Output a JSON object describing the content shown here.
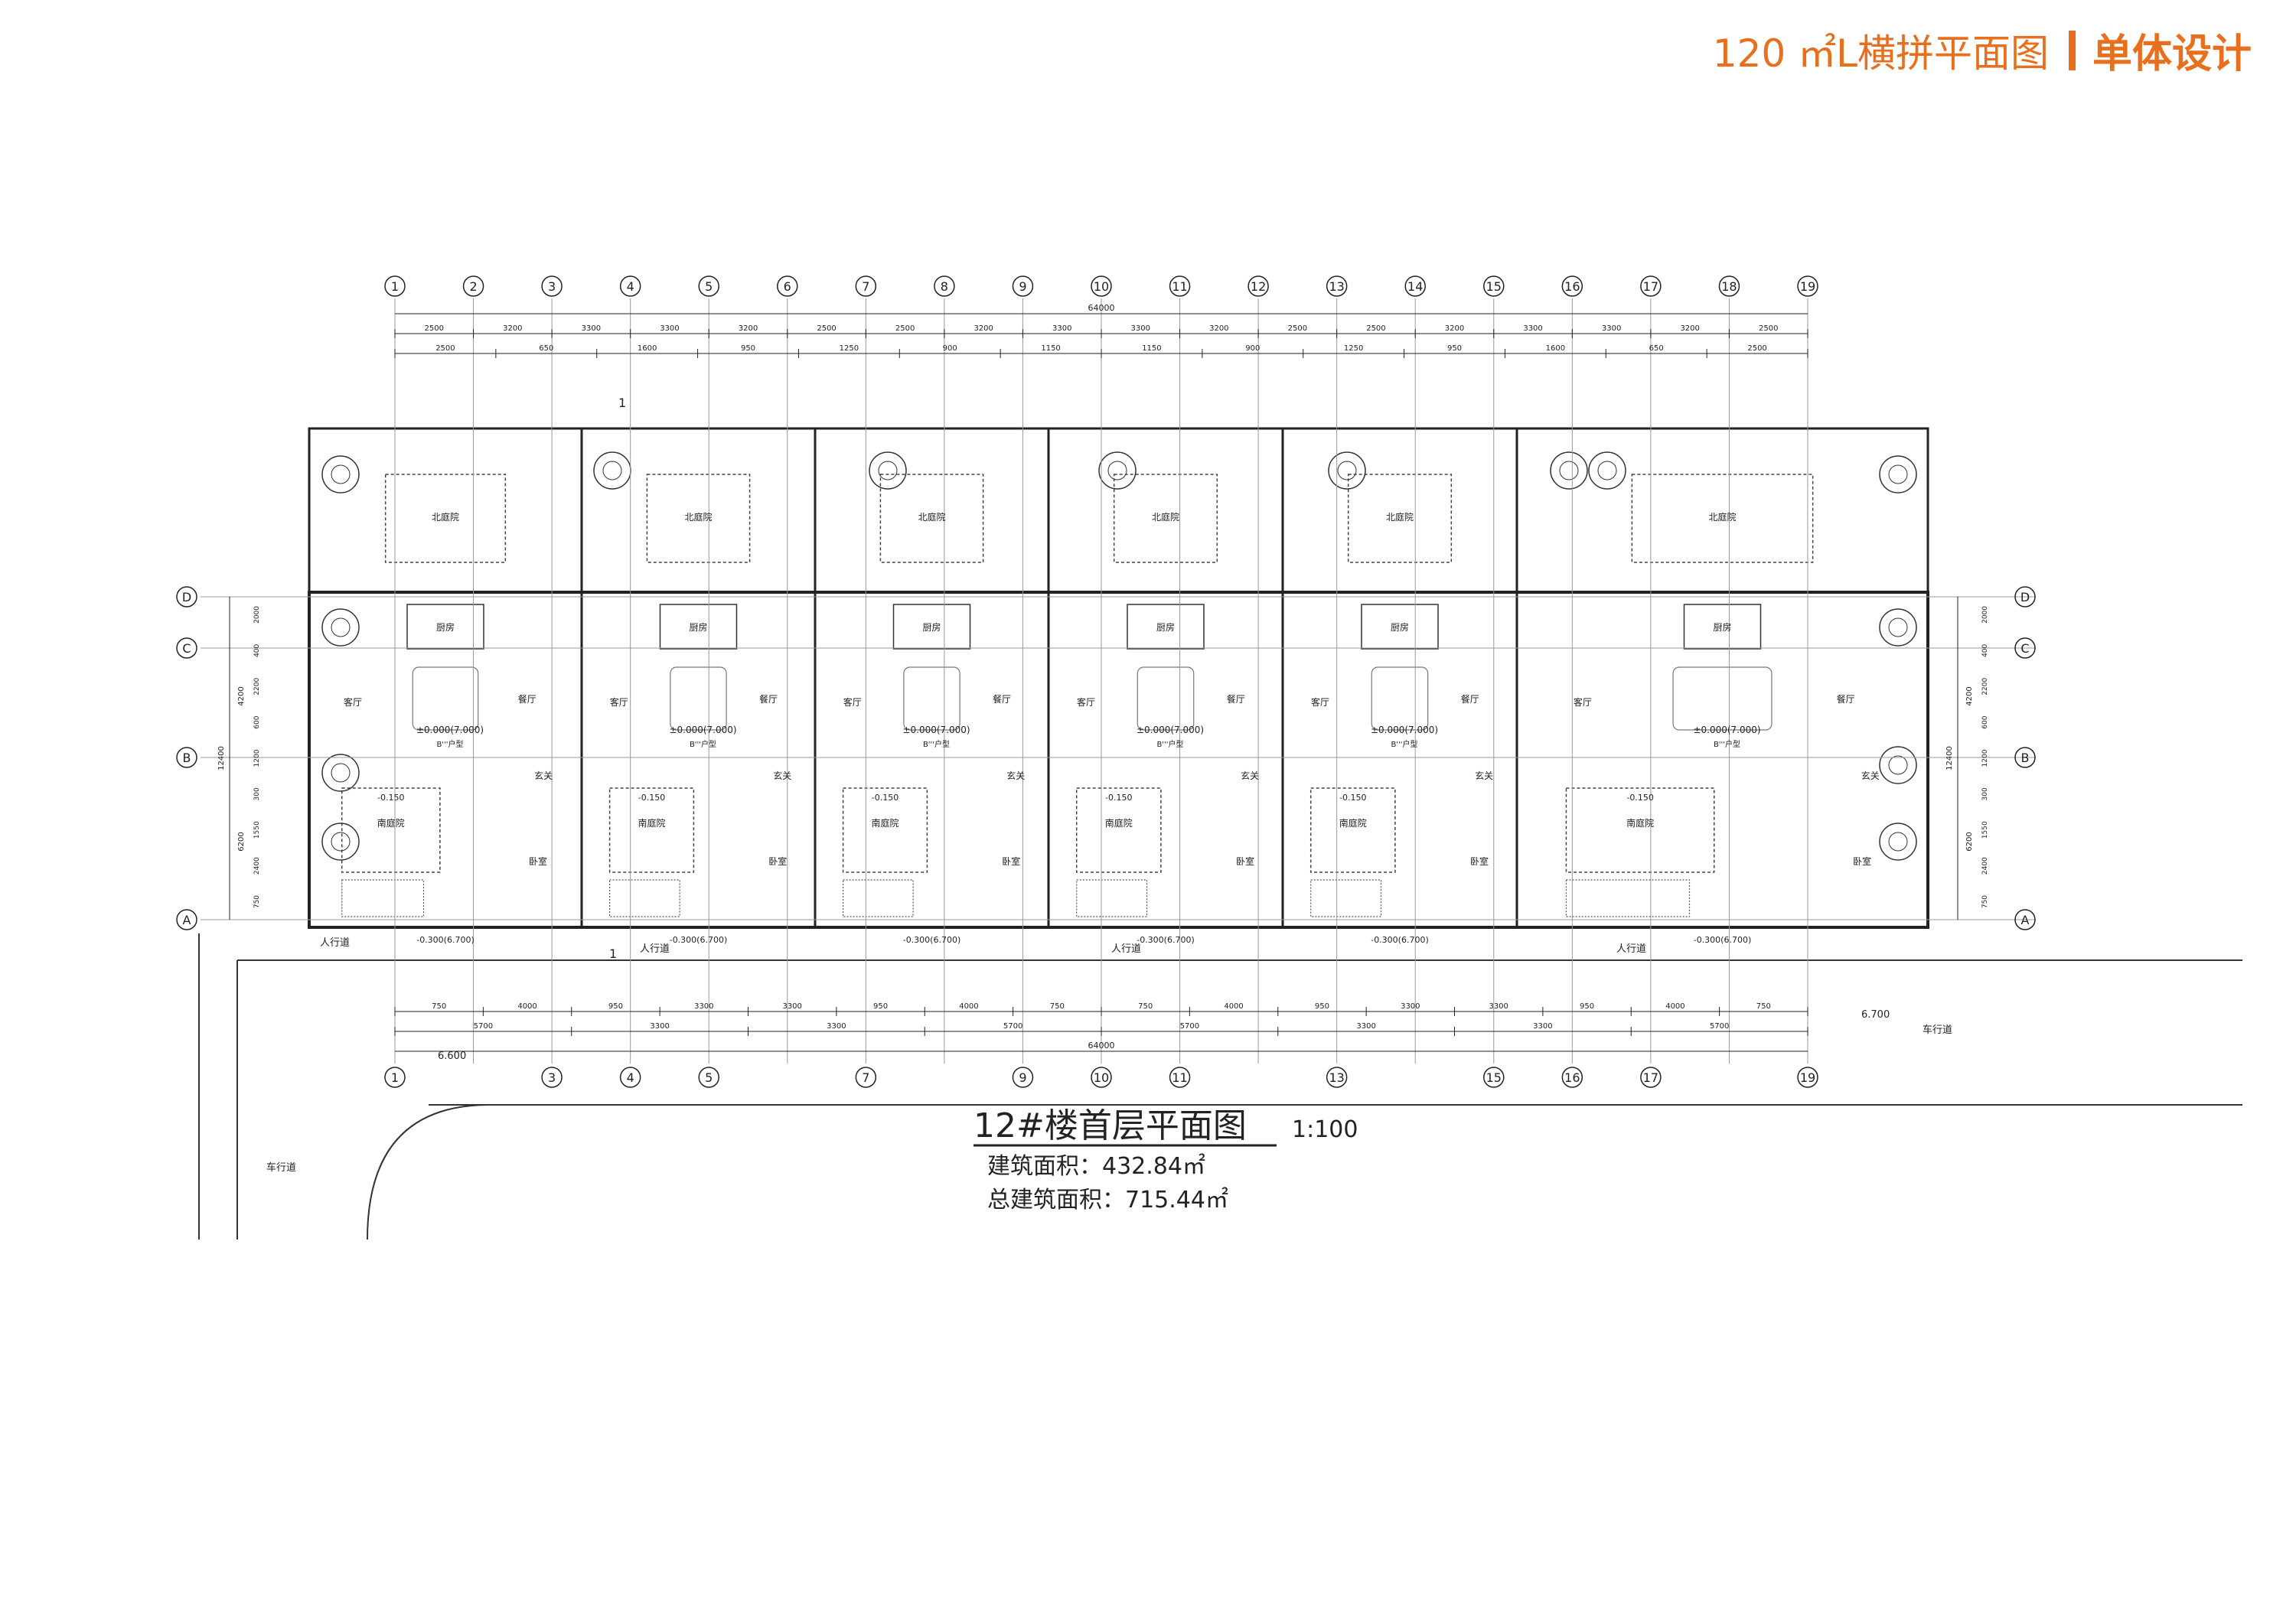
{
  "header": {
    "title": "120 ㎡L横拼平面图",
    "section": "单体设计",
    "accent_color": "#e86f1d"
  },
  "plan": {
    "title": "12#楼首层平面图",
    "scale": "1:100",
    "building_area": "建筑面积：432.84㎡",
    "total_area": "总建筑面积：715.44㎡",
    "axes_top": [
      "1",
      "2",
      "3",
      "4",
      "5",
      "6",
      "7",
      "8",
      "9",
      "10",
      "11",
      "12",
      "13",
      "14",
      "15",
      "16",
      "17",
      "18",
      "19"
    ],
    "axes_bottom": [
      "1",
      "3",
      "4",
      "5",
      "7",
      "9",
      "10",
      "11",
      "13",
      "15",
      "16",
      "17",
      "19"
    ],
    "axes_side": [
      "D",
      "C",
      "B",
      "A"
    ],
    "total_length": "64000",
    "top_dims_row1": [
      "2500",
      "3200",
      "3300",
      "3300",
      "3200",
      "2500",
      "2500",
      "3200",
      "3300",
      "3300",
      "3200",
      "2500",
      "2500",
      "3200",
      "3300",
      "3300",
      "3200",
      "2500"
    ],
    "top_dims_row2": [
      "2500",
      "650",
      "1600",
      "950",
      "1250",
      "900",
      "1150",
      "1150",
      "900",
      "1250",
      "950",
      "1600",
      "650",
      "2500"
    ],
    "bottom_dims_row1": [
      "750",
      "4000",
      "950",
      "3300",
      "3300",
      "950",
      "4000",
      "750",
      "750",
      "4000",
      "950",
      "3300",
      "3300",
      "950",
      "4000",
      "750"
    ],
    "bottom_dims_row2": [
      "5700",
      "3300",
      "3300",
      "5700",
      "5700",
      "3300",
      "3300",
      "5700"
    ],
    "side_dims_major": [
      "4200",
      "6200"
    ],
    "side_dims_minor": [
      "2000",
      "400",
      "2200",
      "600",
      "1200",
      "300",
      "1550",
      "2400",
      "750"
    ],
    "side_total": "12400",
    "rooms": {
      "north_yard": "北庭院",
      "south_yard": "南庭院",
      "kitchen": "厨房",
      "living": "客厅",
      "dining": "餐厅",
      "entry": "玄关",
      "bedroom": "卧室",
      "unit_type": "B'''户型"
    },
    "elevation_main": "±0.000(7.000)",
    "elevation_yard": "-0.150",
    "elevation_step": "-0.300(6.700)",
    "road_walk": "人行道",
    "road_car": "车行道",
    "level_left": "6.600",
    "level_right": "6.700",
    "section_mark": "1"
  }
}
